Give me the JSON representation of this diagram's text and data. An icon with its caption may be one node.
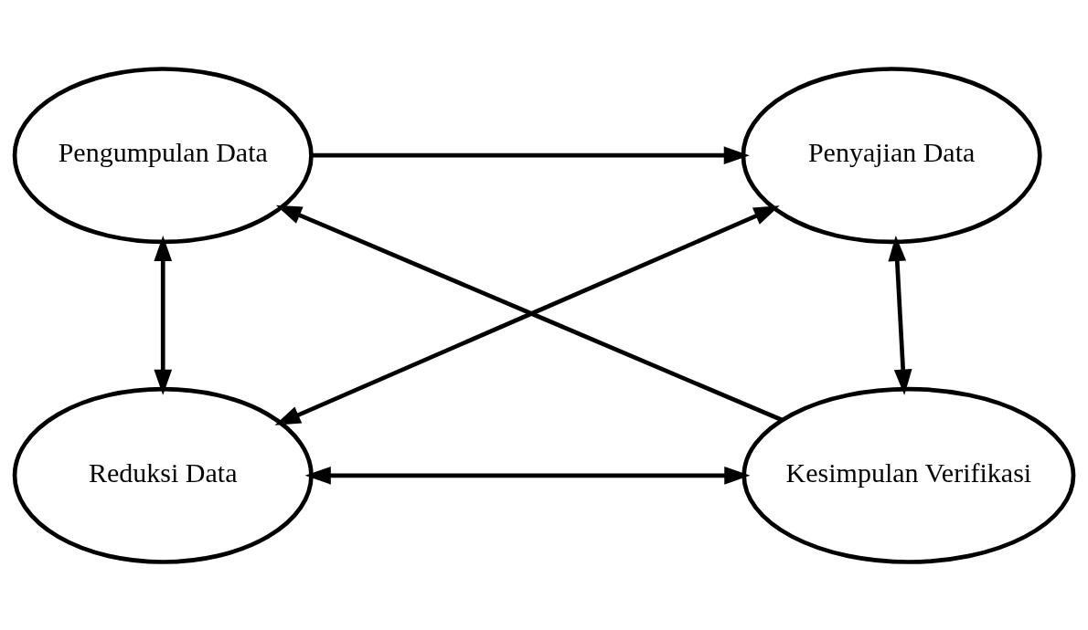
{
  "diagram": {
    "nodes": [
      {
        "text": [
          "Pengumpulan Data"
        ]
      },
      {
        "text": [
          "Penyajian Data"
        ]
      },
      {
        "text": [
          "Reduksi Data"
        ]
      },
      {
        "text": [
          "Kesimpulan Verifikasi"
        ]
      }
    ],
    "edges": [
      {
        "from": 0,
        "to": 1,
        "arrow": "to"
      },
      {
        "from": 0,
        "to": 2,
        "arrow": "both"
      },
      {
        "from": 1,
        "to": 2,
        "arrow": "both"
      },
      {
        "from": 1,
        "to": 3,
        "arrow": "both"
      },
      {
        "from": 2,
        "to": 3,
        "arrow": "both"
      },
      {
        "from": 3,
        "to": 0,
        "arrow": "to"
      }
    ]
  }
}
